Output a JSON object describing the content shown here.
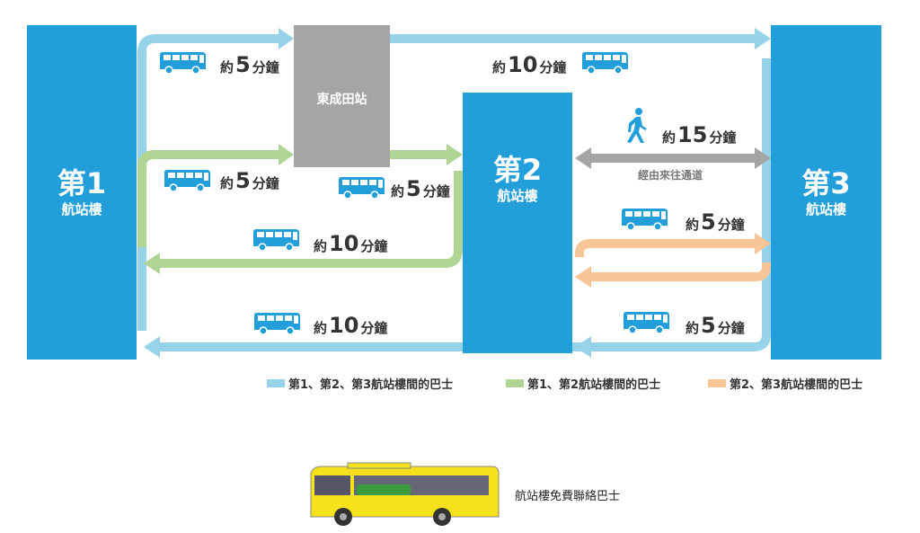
{
  "colors": {
    "terminal": "#229fda",
    "station": "#a5a5a5",
    "route_all": "#96d3ea",
    "route_12": "#b0d494",
    "route_23": "#f7c596",
    "walk": "#a5a5a5"
  },
  "terminals": [
    {
      "number": "第1",
      "label": "航站樓"
    },
    {
      "number": "第2",
      "label": "航站樓"
    },
    {
      "number": "第3",
      "label": "航站樓"
    }
  ],
  "station": "東成田站",
  "routes": [
    {
      "prefix": "約",
      "num": "5",
      "suffix": "分鐘",
      "icon": "bus-icon"
    },
    {
      "prefix": "約",
      "num": "10",
      "suffix": "分鐘",
      "icon": "bus-icon"
    },
    {
      "prefix": "約",
      "num": "5",
      "suffix": "分鐘",
      "icon": "bus-icon"
    },
    {
      "prefix": "約",
      "num": "5",
      "suffix": "分鐘",
      "icon": "bus-icon"
    },
    {
      "prefix": "約",
      "num": "10",
      "suffix": "分鐘",
      "icon": "bus-icon"
    },
    {
      "prefix": "約",
      "num": "10",
      "suffix": "分鐘",
      "icon": "bus-icon"
    },
    {
      "prefix": "約",
      "num": "15",
      "suffix": "分鐘",
      "icon": "walking-person-icon"
    },
    {
      "prefix": "約",
      "num": "5",
      "suffix": "分鐘",
      "icon": "bus-icon"
    },
    {
      "prefix": "約",
      "num": "5",
      "suffix": "分鐘",
      "icon": "bus-icon"
    }
  ],
  "walk_note": "經由來往通道",
  "legend": [
    "第1、第2、第3航站樓間的巴士",
    "第1、第2航站樓間的巴士",
    "第2、第3航站樓間的巴士"
  ],
  "photo_caption": "航站樓免費聯絡巴士"
}
